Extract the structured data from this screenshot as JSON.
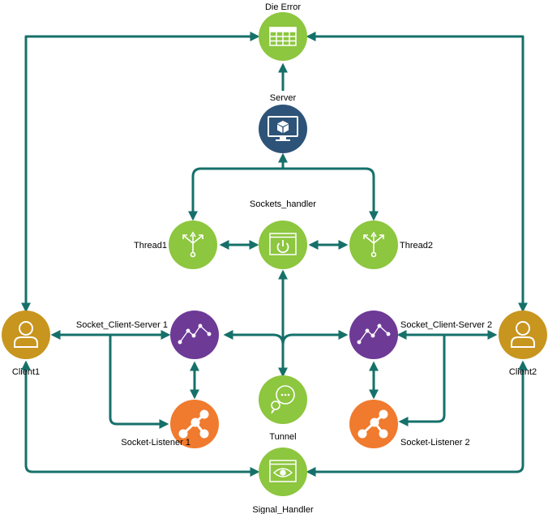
{
  "diagram": {
    "edge_color": "#16706a",
    "nodes": {
      "die_error": {
        "label": "Die Error",
        "color": "#8dc63f",
        "icon": "table-icon"
      },
      "server": {
        "label": "Server",
        "color": "#2e5378",
        "icon": "monitor-cube-icon"
      },
      "sockets_handler": {
        "label": "Sockets_handler",
        "color": "#8dc63f",
        "icon": "window-power-icon"
      },
      "thread1": {
        "label": "Thread1",
        "color": "#8dc63f",
        "icon": "fork-arrows-icon"
      },
      "thread2": {
        "label": "Thread2",
        "color": "#8dc63f",
        "icon": "fork-arrows-icon"
      },
      "client1": {
        "label": "Client1",
        "color": "#c8951e",
        "icon": "user-icon"
      },
      "client2": {
        "label": "Client2",
        "color": "#c8951e",
        "icon": "user-icon"
      },
      "scs1": {
        "label": "Socket_Client-Server 1",
        "color": "#6d3a96",
        "icon": "line-chart-icon"
      },
      "scs2": {
        "label": "Socket_Client-Server 2",
        "color": "#6d3a96",
        "icon": "line-chart-icon"
      },
      "tunnel": {
        "label": "Tunnel",
        "color": "#8dc63f",
        "icon": "chat-bubble-icon"
      },
      "listener1": {
        "label": "Socket-Listener 1",
        "color": "#f07a2e",
        "icon": "share-network-icon"
      },
      "listener2": {
        "label": "Socket-Listener 2",
        "color": "#f07a2e",
        "icon": "share-network-icon"
      },
      "signal_handler": {
        "label": "Signal_Handler",
        "color": "#8dc63f",
        "icon": "window-eye-icon"
      }
    }
  }
}
